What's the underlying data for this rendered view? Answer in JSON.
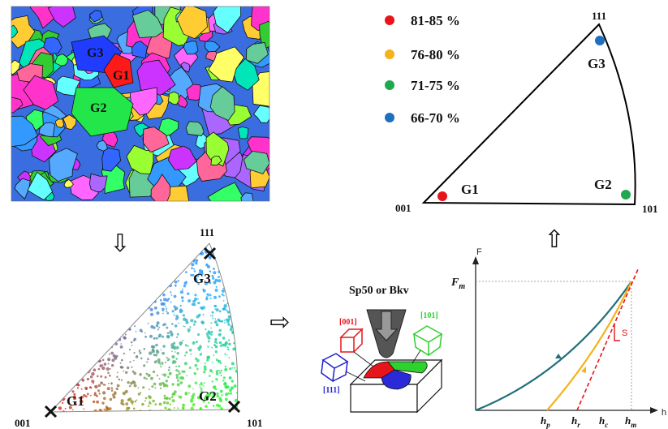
{
  "ebsd_map": {
    "grain_labels": [
      "G3",
      "G1",
      "G2"
    ]
  },
  "ipf_top": {
    "corners": {
      "c001": "001",
      "c101": "101",
      "c111": "111"
    },
    "legend": [
      {
        "label": "81-85 %",
        "color": "#e8141b"
      },
      {
        "label": "76-80 %",
        "color": "#f5b21a"
      },
      {
        "label": "71-75 %",
        "color": "#1fa84c"
      },
      {
        "label": "66-70 %",
        "color": "#1f6fc0"
      }
    ],
    "grains": [
      {
        "name": "G1",
        "color": "#e8141b"
      },
      {
        "name": "G2",
        "color": "#1fa84c"
      },
      {
        "name": "G3",
        "color": "#1f6fc0"
      }
    ]
  },
  "ipf_bottom": {
    "corners": {
      "c001": "001",
      "c101": "101",
      "c111": "111"
    },
    "grains": [
      "G1",
      "G2",
      "G3"
    ]
  },
  "indent": {
    "tip_label": "Sp50 or Bkv",
    "orientations": [
      {
        "label": "[001]",
        "color": "#e8141b"
      },
      {
        "label": "[101]",
        "color": "#2fd12f"
      },
      {
        "label": "[111]",
        "color": "#2020d0"
      }
    ]
  },
  "load_curve": {
    "y_axis": "F",
    "x_axis": "h",
    "fm_label": "F",
    "fm_sub": "m",
    "x_ticks": [
      {
        "main": "h",
        "sub": "p"
      },
      {
        "main": "h",
        "sub": "r"
      },
      {
        "main": "h",
        "sub": "c"
      },
      {
        "main": "h",
        "sub": "m"
      }
    ],
    "slope_label": "S"
  },
  "arrows": [
    "⇩",
    "⇨",
    "⇧"
  ]
}
